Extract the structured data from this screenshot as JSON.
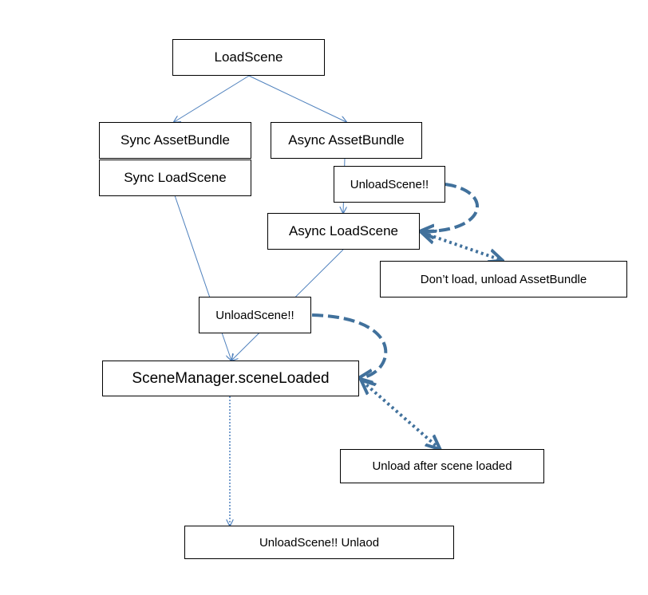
{
  "nodes": {
    "load_scene": "LoadScene",
    "sync_assetbundle": "Sync AssetBundle",
    "sync_loadscene": "Sync LoadScene",
    "async_assetbundle": "Async AssetBundle",
    "unload_scene_1": "UnloadScene!!",
    "async_loadscene": "Async LoadScene",
    "dont_load": "Don’t load, unload AssetBundle",
    "unload_scene_2": "UnloadScene!!",
    "scene_loaded": "SceneManager.sceneLoaded",
    "unload_after": "Unload after scene loaded",
    "unload_final": "UnloadScene!! Unlaod"
  },
  "colors": {
    "thin_arrow": "#4f81bd",
    "thick_arrow": "#41719c",
    "border": "#000000"
  }
}
